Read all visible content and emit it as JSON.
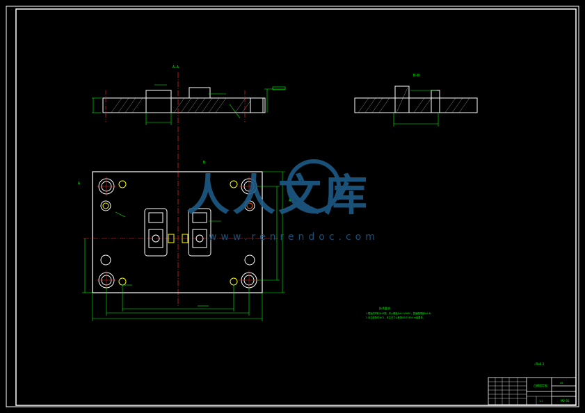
{
  "sheet": {
    "section_aa_label": "A-A",
    "section_bb_label": "B-B",
    "view_b_marker": "B",
    "view_a_marker": "A",
    "tech_requirements_title": "技术要求",
    "tech_requirements_lines": [
      "1.模板的材料为45钢，淬火硬度为40-45HRC，表面粗糙度Ra0.8。",
      "2.未注倒角均为C1，未注尺寸公差按GB/T1804-m级要求。"
    ],
    "roughness_note": "√Ra6.3",
    "title_block": {
      "part_name": "凸模固定板",
      "drawing_number": "M2-05",
      "scale": "1:1",
      "material": "45"
    }
  },
  "watermark": {
    "brand": "人人文库",
    "url": "www.renrendoc.com"
  },
  "colors": {
    "frame": "#ffffff",
    "dimension": "#00ff00",
    "centerline": "#ff2a2a",
    "hole": "#ffff00",
    "watermark": "#1d5a86"
  }
}
